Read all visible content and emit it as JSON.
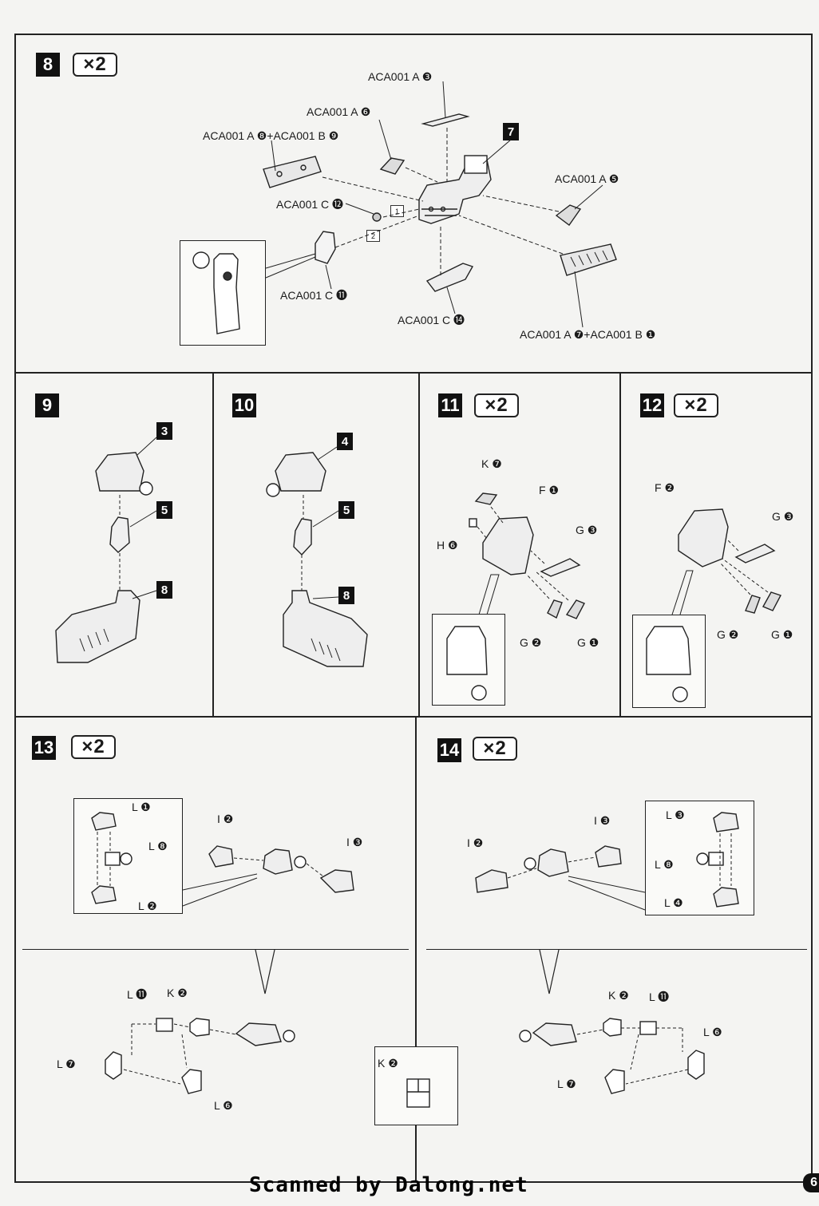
{
  "steps": {
    "s8": {
      "number": "8",
      "multiplier": "×2"
    },
    "s9": {
      "number": "9"
    },
    "s10": {
      "number": "10"
    },
    "s11": {
      "number": "11",
      "multiplier": "×2"
    },
    "s12": {
      "number": "12",
      "multiplier": "×2"
    },
    "s13": {
      "number": "13",
      "multiplier": "×2"
    },
    "s14": {
      "number": "14",
      "multiplier": "×2"
    }
  },
  "step8": {
    "sub_ref": "7",
    "labels": {
      "a3": "ACA001 A ❸",
      "a6": "ACA001 A ❻",
      "a8b9": "ACA001 A ❽+ACA001 B ❾",
      "a5": "ACA001 A ❺",
      "c12": "ACA001 C ⓬",
      "c11": "ACA001 C ⓫",
      "c14": "ACA001 C ⓮",
      "a7b1": "ACA001 A ❼+ACA001 B ❶"
    },
    "order": [
      "1",
      "2"
    ]
  },
  "step9": {
    "refs": [
      "3",
      "5",
      "8"
    ]
  },
  "step10": {
    "refs": [
      "4",
      "5",
      "8"
    ]
  },
  "step11": {
    "labels": {
      "k7": "K ❼",
      "f1": "F ❶",
      "g3": "G ❸",
      "h6": "H ❻",
      "g2": "G ❷",
      "g1": "G ❶"
    }
  },
  "step12": {
    "labels": {
      "f2": "F ❷",
      "g3": "G ❸",
      "g2": "G ❷",
      "g1": "G ❶"
    }
  },
  "step13": {
    "labels": {
      "l1": "L ❶",
      "l8": "L ❽",
      "l2": "L ❷",
      "i2": "I ❷",
      "i3": "I ❸",
      "l11": "L ⓫",
      "k2": "K ❷",
      "l7": "L ❼",
      "l6": "L ❻"
    }
  },
  "step14": {
    "labels": {
      "i3": "I ❸",
      "i2": "I ❷",
      "l3": "L ❸",
      "l8": "L ❽",
      "l4": "L ❹",
      "k2": "K ❷",
      "l11": "L ⓫",
      "l6": "L ❻",
      "l7": "L ❼"
    }
  },
  "k2_detail": {
    "label": "K ❷"
  },
  "footer": {
    "credit": "Scanned by Dalong.net",
    "page": "6"
  },
  "colors": {
    "ink": "#222222",
    "paper": "#f4f4f2"
  }
}
